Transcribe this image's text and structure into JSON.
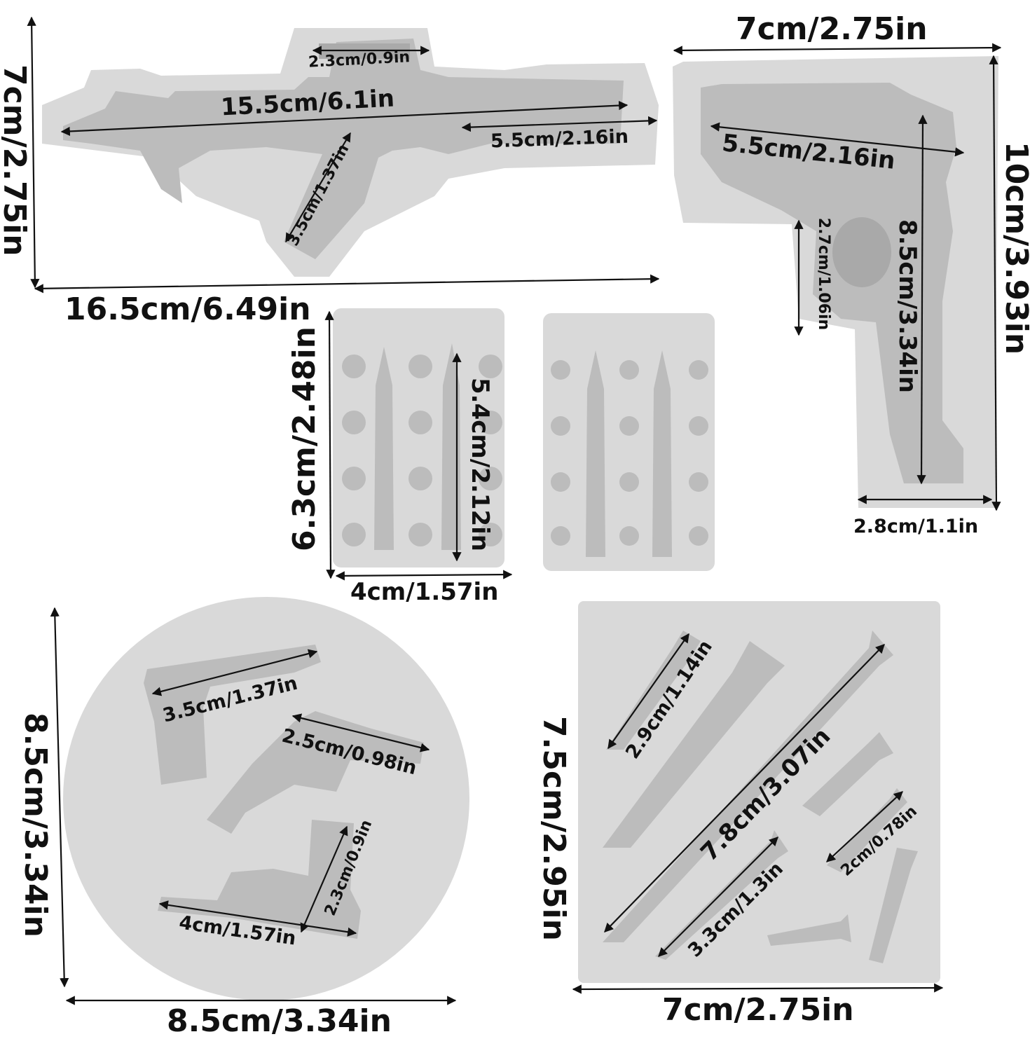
{
  "colors": {
    "mold": "#d8d8d8",
    "cavity": "#bdbdbd",
    "cavity_dark": "#a9a9a9",
    "line": "#111111",
    "background": "#ffffff"
  },
  "molds": {
    "rifle": {
      "height": "7cm/2.75in",
      "width": "16.5cm/6.49in",
      "barrel": "15.5cm/6.1in",
      "scope": "2.3cm/0.9in",
      "stock": "5.5cm/2.16in",
      "magazine": "3.5cm/1.37in"
    },
    "pistol": {
      "width": "7cm/2.75in",
      "height": "10cm/3.93in",
      "slide": "5.5cm/2.16in",
      "grip": "8.5cm/3.34in",
      "trigger": "2.7cm/1.06in",
      "base": "2.8cm/1.1in"
    },
    "bullets_rect": {
      "height": "6.3cm/2.48in",
      "bullet": "5.4cm/2.12in",
      "width": "4cm/1.57in"
    },
    "round": {
      "diameter_v": "8.5cm/3.34in",
      "diameter_h": "8.5cm/3.34in",
      "gun1": "3.5cm/1.37in",
      "gun2": "2.5cm/0.98in",
      "gun3_h": "2.3cm/0.9in",
      "gun3_w": "4cm/1.57in"
    },
    "bullets_square": {
      "height": "7.5cm/2.95in",
      "width": "7cm/2.75in",
      "b1": "2.9cm/1.14in",
      "b2": "7.8cm/3.07in",
      "b3": "3.3cm/1.3in",
      "b4": "2cm/0.78in"
    }
  }
}
